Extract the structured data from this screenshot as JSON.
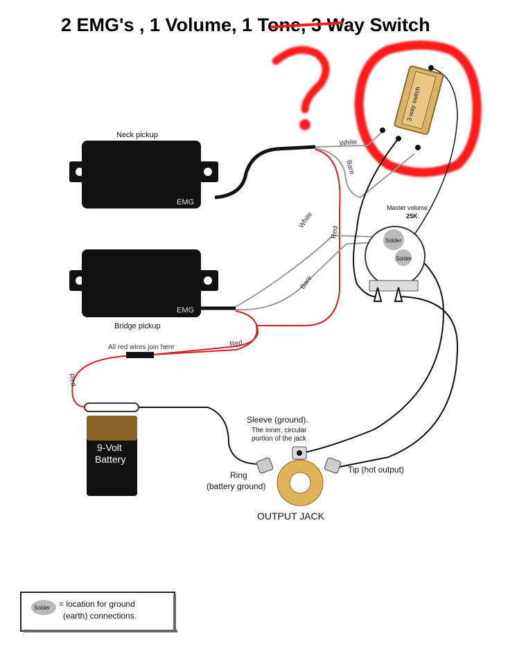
{
  "title": {
    "part1": "2 EMG's , 1 Volume, ",
    "struck": "1 Tone,",
    "part2": " 3 Way Switch"
  },
  "annotation": {
    "mark": "?"
  },
  "pickups": {
    "neck": {
      "label": "Neck pickup",
      "brand": "EMG"
    },
    "bridge": {
      "label": "Bridge pickup",
      "brand": "EMG"
    }
  },
  "switch": {
    "label": "3-way switch"
  },
  "wires": {
    "white_top": "White",
    "bare_top": "Bare",
    "white_mid": "White",
    "red_mid": "Red",
    "bare_mid": "Bare",
    "red_lower": "Red",
    "red_left": "Red",
    "join_note": "All red wires join here"
  },
  "volume": {
    "label": "Master volume",
    "value": "25K",
    "solder1": "Solder",
    "solder2": "Solder"
  },
  "battery": {
    "line1": "9-Volt",
    "line2": "Battery"
  },
  "jack": {
    "sleeve1": "Sleeve (ground).",
    "sleeve2": "The inner, circular",
    "sleeve3": "portion of the jack",
    "ring1": "Ring",
    "ring2": "(battery ground)",
    "tip": "Tip (hot output)",
    "label": "OUTPUT JACK"
  },
  "legend": {
    "chip": "Solder",
    "text1": "= location for ground",
    "text2": "(earth) connections."
  },
  "colors": {
    "annotation_red": "#ff1a1a",
    "wire_red": "#d42020",
    "wire_black": "#111111",
    "wire_grey": "#9a9a9a",
    "switch_tan": "#d9b36a",
    "jack_ring": "#e0b35a"
  }
}
